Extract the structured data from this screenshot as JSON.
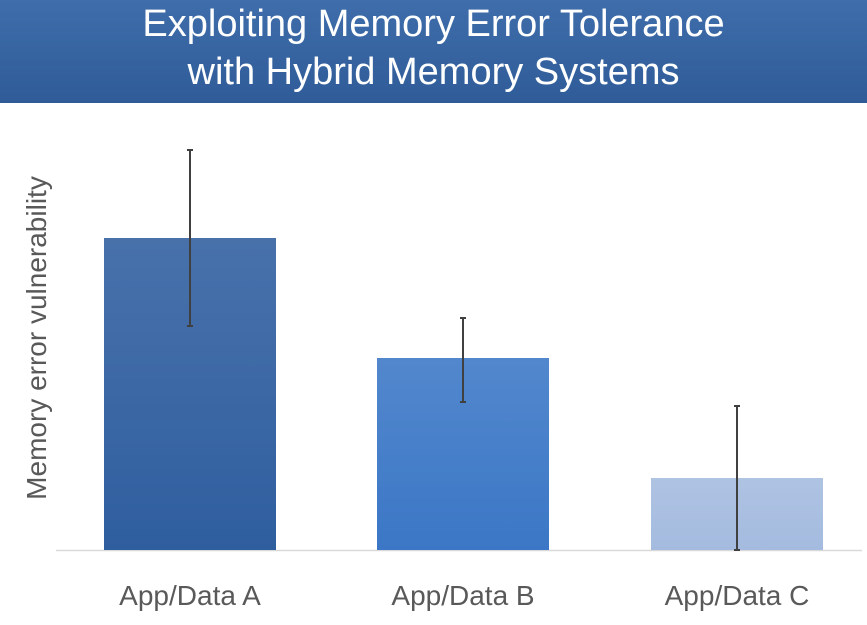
{
  "title_lines": [
    "Exploiting Memory Error Tolerance",
    "with Hybrid Memory Systems"
  ],
  "colors": {
    "title_bg": "#3a68a6",
    "bar_a": "#2f5e9f",
    "bar_b": "#3b77c6",
    "bar_c": "#a4bbdf",
    "error_bar": "#404040",
    "axis_line": "#d9d9d9"
  },
  "chart_data": {
    "type": "bar",
    "title": "Exploiting Memory Error Tolerance with Hybrid Memory Systems",
    "xlabel": "",
    "ylabel": "Memory error vulnerability",
    "categories": [
      "App/Data A",
      "App/Data B",
      "App/Data C"
    ],
    "values": [
      0.78,
      0.48,
      0.18
    ],
    "error_low": [
      0.56,
      0.37,
      0.0
    ],
    "error_high": [
      1.0,
      0.58,
      0.36
    ],
    "ylim": [
      0,
      1
    ],
    "y_ticks_shown": false,
    "grid": false,
    "legend": "none"
  }
}
